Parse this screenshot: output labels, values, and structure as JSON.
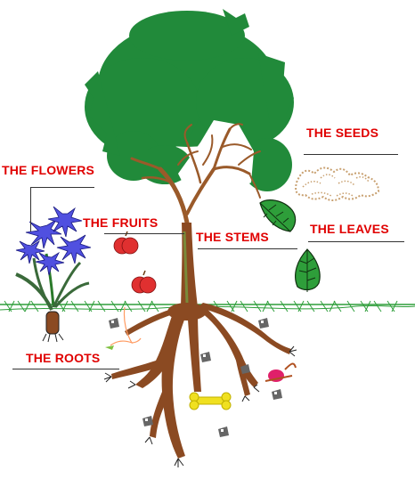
{
  "labels": {
    "flowers": "THE FLOWERS",
    "fruits": "THE FRUITS",
    "stems": "THE STEMS",
    "leaves": "THE LEAVES",
    "seeds": "THE SEEDS",
    "roots": "THE ROOTS"
  },
  "colors": {
    "label_text": "#e00000",
    "foliage": "#218a3a",
    "branches": "#9a5a2a",
    "trunk": "#8b4a22",
    "grass": "#2e9e3a",
    "seeds": "#c8a070",
    "fruit": "#e03030",
    "flower": "#5050e0",
    "bone": "#f0e020",
    "stone": "#666666"
  }
}
